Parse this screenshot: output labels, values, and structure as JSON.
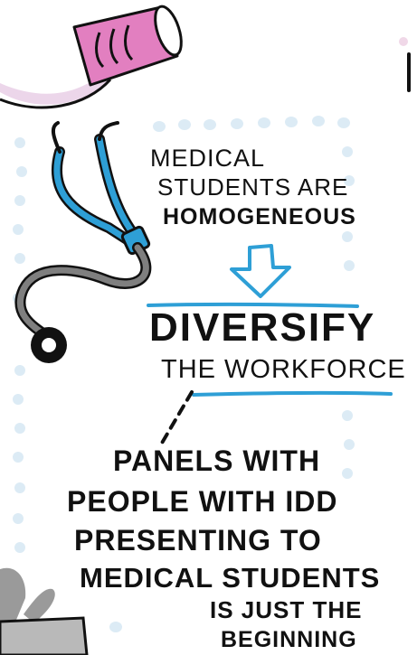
{
  "colors": {
    "ink": "#111111",
    "accent_blue": "#2e9fd6",
    "dot_blue": "#dcebf5",
    "pink": "#e27fc0",
    "gray": "#7f7f7f",
    "lilac": "#ecd6ea"
  },
  "icons": [
    "pill-bottle-icon",
    "stethoscope-icon",
    "down-arrow-icon",
    "person-silhouette-icon",
    "laptop-icon"
  ],
  "text": {
    "line1": "MEDICAL",
    "line2": "STUDENTS ARE",
    "line3": "HOMOGENEOUS",
    "headline": "DIVERSIFY",
    "subheadline": "THE WORKFORCE",
    "p1": "PANELS WITH",
    "p2": "PEOPLE WITH IDD",
    "p3": "PRESENTING TO",
    "p4": "MEDICAL STUDENTS",
    "p5": "IS JUST THE",
    "p6": "BEGINNING"
  }
}
